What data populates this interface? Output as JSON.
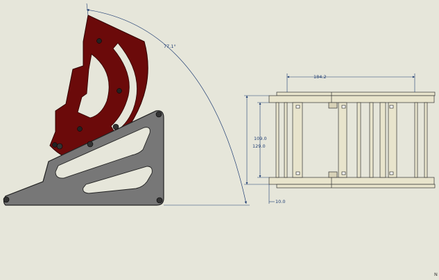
{
  "drawing": {
    "angle_label": "77.1°",
    "dim_width_label": "184.2",
    "dim_height_outer_label": "129.0",
    "dim_height_inner_label": "109.0",
    "dim_offset_label": "10.0",
    "corner_mark": "N"
  },
  "colors": {
    "background": "#e6e6da",
    "plate_fill": "#777777",
    "part_fill": "#6b0a0a",
    "frame_fill": "#e8e4cc",
    "dimension_line": "#1f3d73"
  }
}
